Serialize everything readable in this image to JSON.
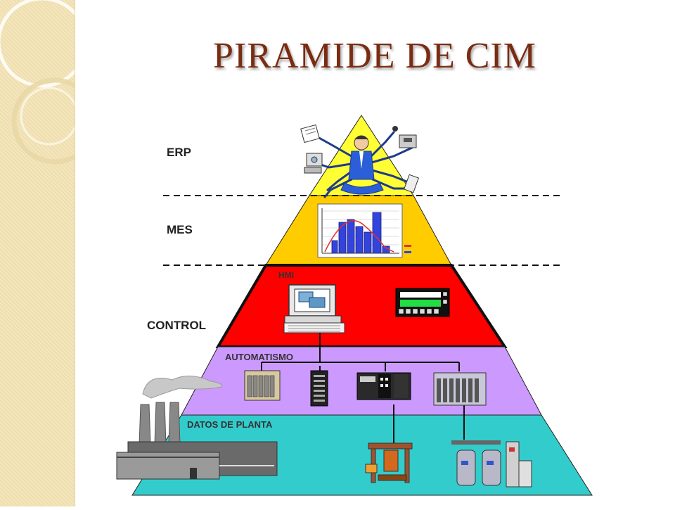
{
  "slide": {
    "title": "PIRAMIDE DE CIM"
  },
  "pyramid": {
    "levels": [
      {
        "key": "erp",
        "label": "ERP",
        "color": "#ffff33"
      },
      {
        "key": "mes",
        "label": "MES",
        "color": "#ffcc00"
      },
      {
        "key": "control",
        "label": "CONTROL",
        "sublabel": "HMI",
        "color": "#ff0000"
      },
      {
        "key": "automatismo",
        "label": "AUTOMATISMO",
        "color": "#cc99ff"
      },
      {
        "key": "datos",
        "label": "DATOS DE PLANTA",
        "color": "#33cccc"
      }
    ]
  },
  "icons": [
    "multitasking-manager-icon",
    "production-chart-icon",
    "hmi-computer-icon",
    "operator-panel-icon",
    "plc-rack-icon",
    "controller-unit-icon",
    "drive-module-icon",
    "io-rack-icon",
    "factory-icon",
    "press-machine-icon",
    "process-tanks-icon"
  ]
}
